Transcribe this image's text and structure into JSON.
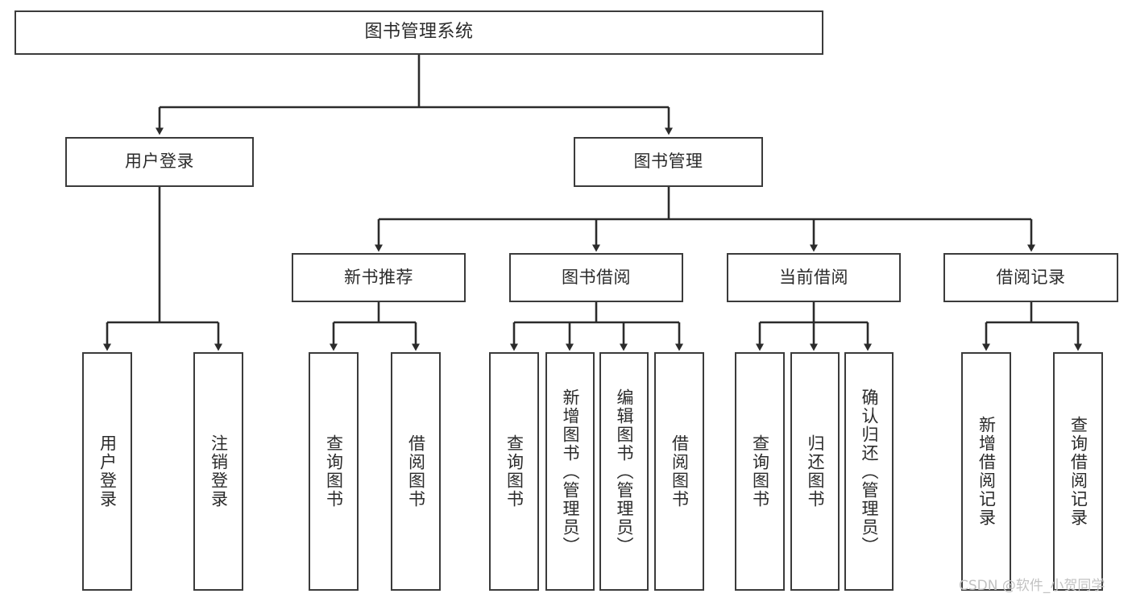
{
  "diagram": {
    "title": "图书管理系统",
    "type": "tree-hierarchy",
    "colors": {
      "box_border": "#3b3b3b",
      "box_fill": "#ffffff",
      "edge": "#2b2b2b",
      "text": "#2b2b2b",
      "watermark": "#c2c2c2"
    },
    "nodes": {
      "root": {
        "label": "图书管理系统"
      },
      "level2": [
        {
          "label": "用户登录"
        },
        {
          "label": "图书管理"
        }
      ],
      "level3": [
        {
          "label": "新书推荐"
        },
        {
          "label": "图书借阅"
        },
        {
          "label": "当前借阅"
        },
        {
          "label": "借阅记录"
        }
      ],
      "leaves_user_login": [
        {
          "label": "用户登录"
        },
        {
          "label": "注销登录"
        }
      ],
      "leaves_new_books": [
        {
          "label": "查询图书"
        },
        {
          "label": "借阅图书"
        }
      ],
      "leaves_borrow": [
        {
          "label": "查询图书"
        },
        {
          "label": "新增图书（管理员）"
        },
        {
          "label": "编辑图书（管理员）"
        },
        {
          "label": "借阅图书"
        }
      ],
      "leaves_current": [
        {
          "label": "查询图书"
        },
        {
          "label": "归还图书"
        },
        {
          "label": "确认归还（管理员）"
        }
      ],
      "leaves_records": [
        {
          "label": "新增借阅记录"
        },
        {
          "label": "查询借阅记录"
        }
      ]
    },
    "watermark": "CSDN @软件_小贺同学"
  }
}
